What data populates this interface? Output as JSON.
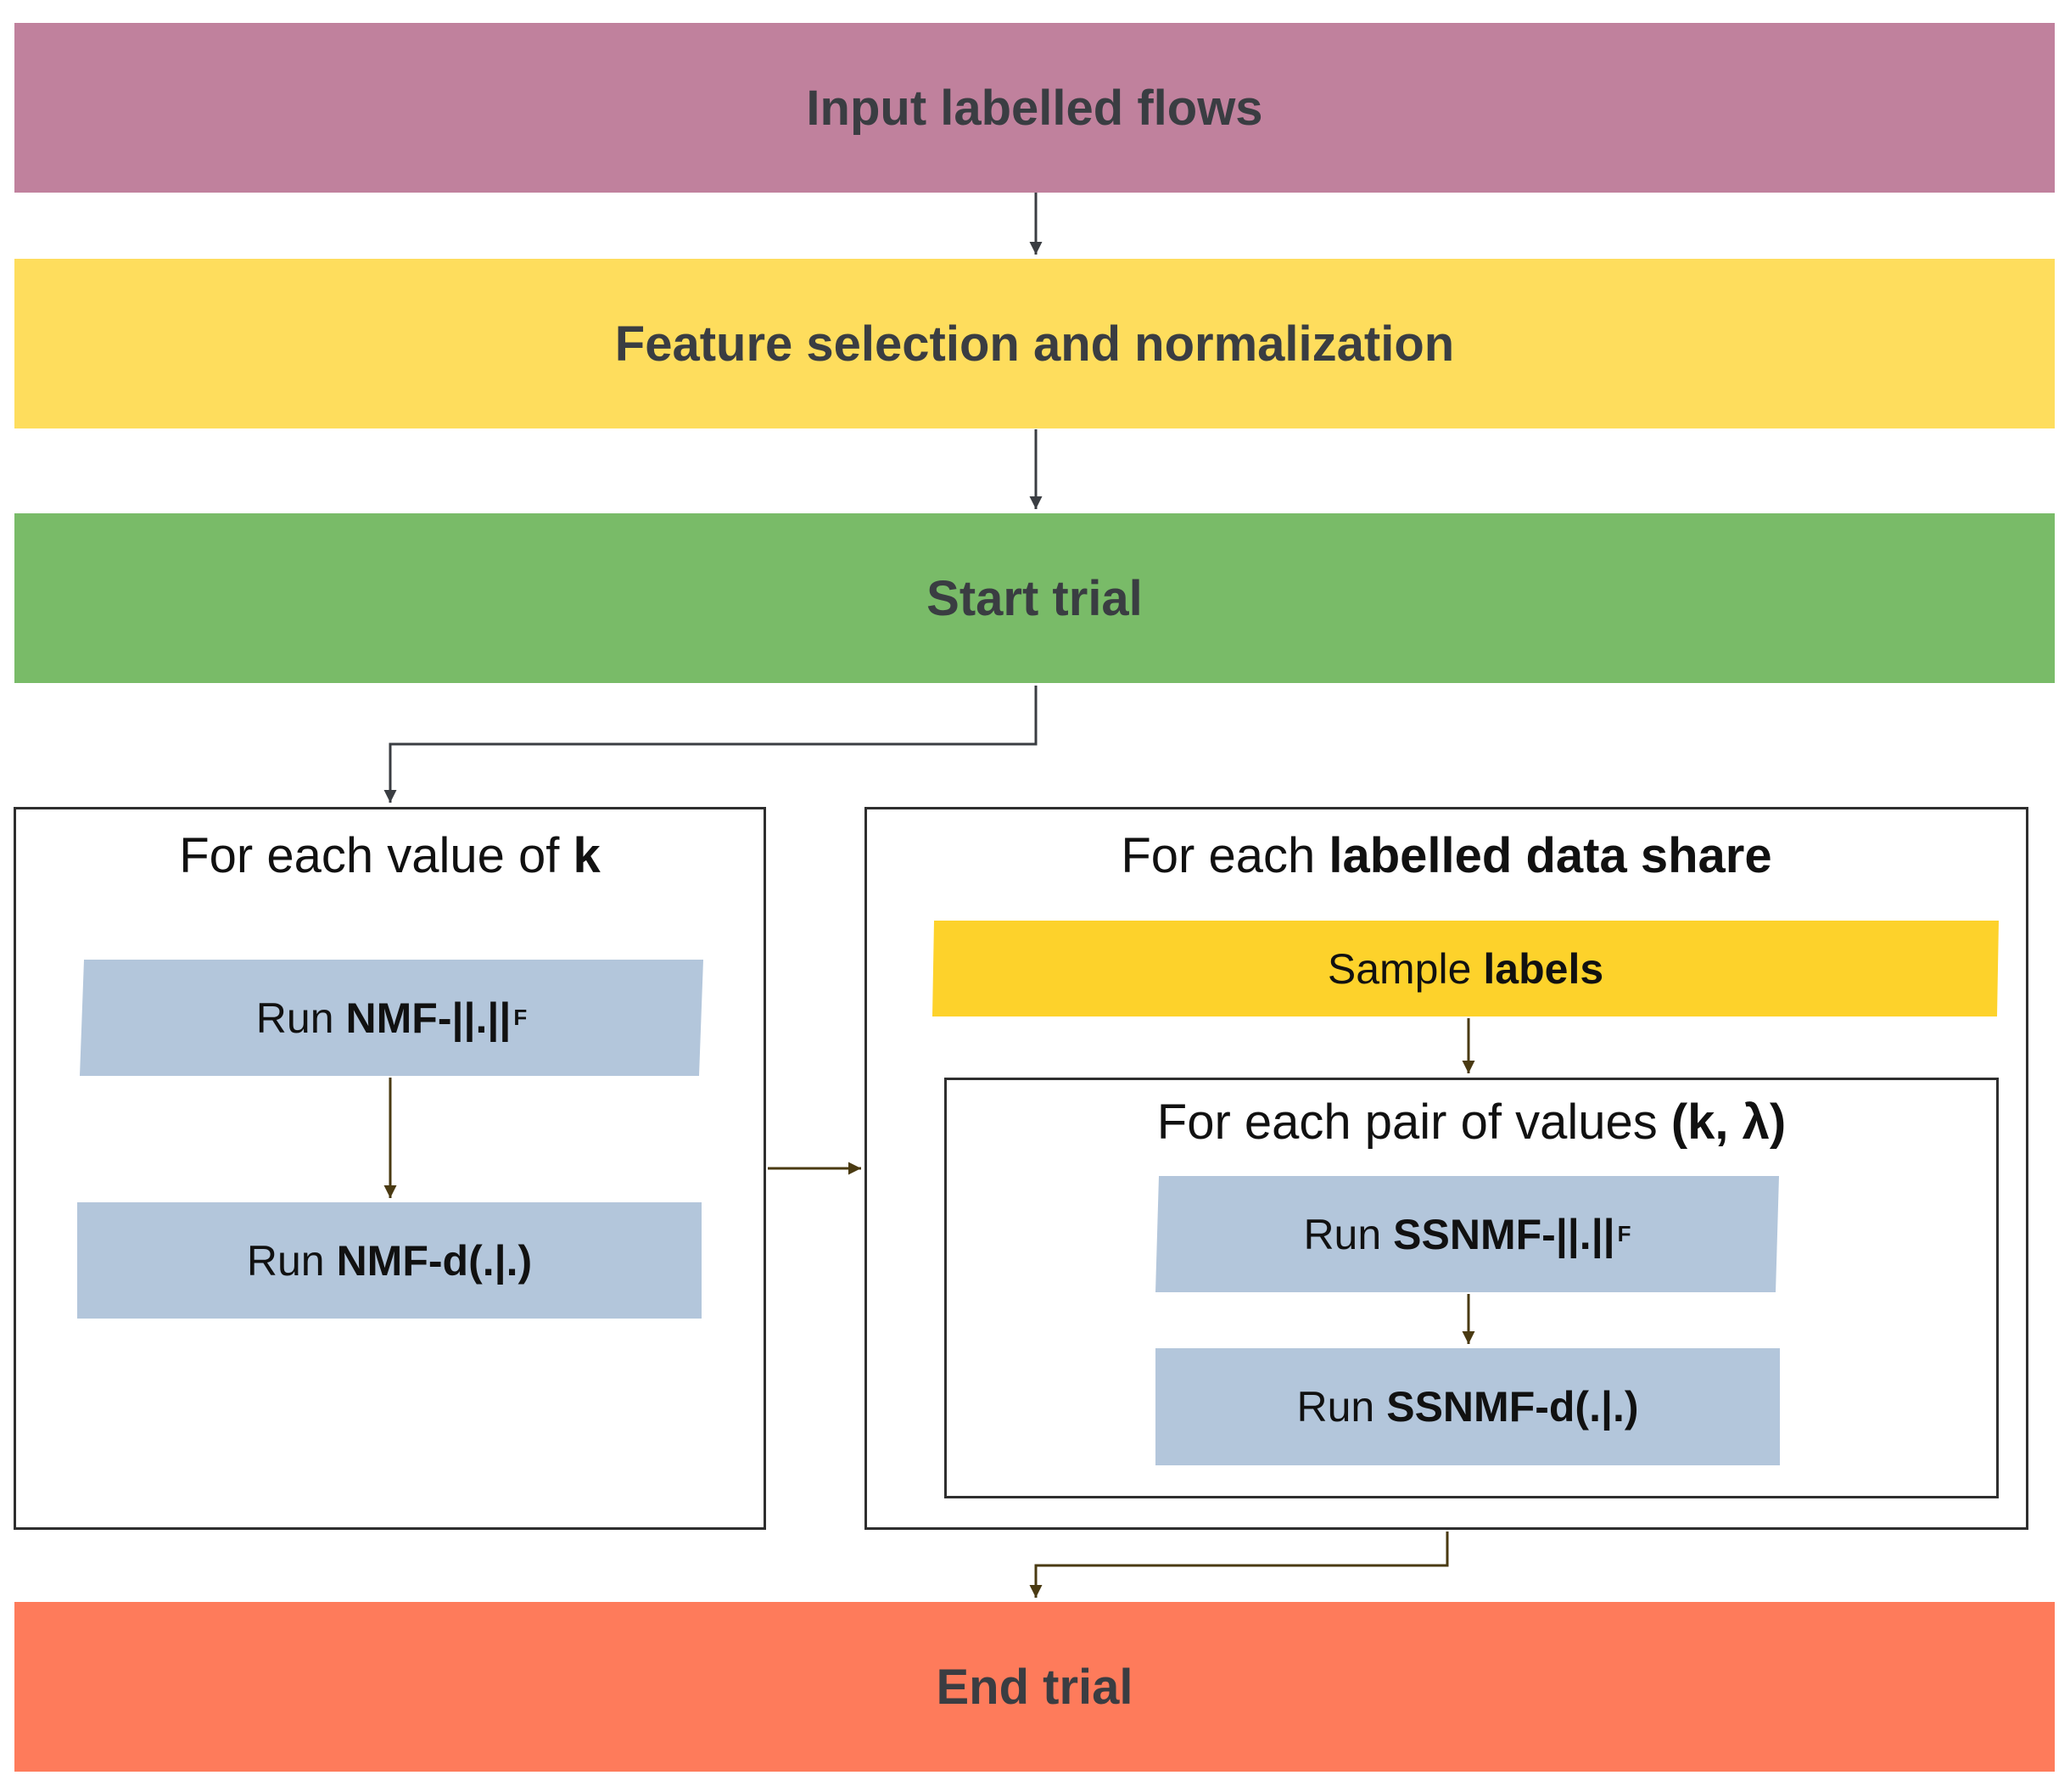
{
  "colors": {
    "input": "#c0819d",
    "feature": "#fedd5d",
    "start": "#79bb68",
    "end": "#fe7b5b",
    "run_step": "#b3c6db",
    "sample": "#fdd22b",
    "arrow_grey": "#3a3d42",
    "arrow_brown": "#4a3a12"
  },
  "stages": {
    "input": "Input labelled flows",
    "feature": "Feature selection and normalization",
    "start": "Start trial",
    "end": "End trial"
  },
  "loop_k": {
    "prefix": "For each value of ",
    "bold": "k",
    "steps": {
      "nmf_f": {
        "run": "Run",
        "name": "NMF-||.||",
        "sub": "F"
      },
      "nmf_d": {
        "run": "Run",
        "name": "NMF-d(.|.)"
      }
    }
  },
  "loop_share": {
    "prefix": "For each ",
    "bold": "labelled data share",
    "sample": {
      "text": "Sample",
      "bold": "labels"
    },
    "pair_loop": {
      "prefix": "For each pair of values ",
      "bold": "(k, λ)",
      "steps": {
        "ssnmf_f": {
          "run": "Run",
          "name": "SSNMF-||.||",
          "sub": "F"
        },
        "ssnmf_d": {
          "run": "Run",
          "name": "SSNMF-d(.|.)"
        }
      }
    }
  }
}
